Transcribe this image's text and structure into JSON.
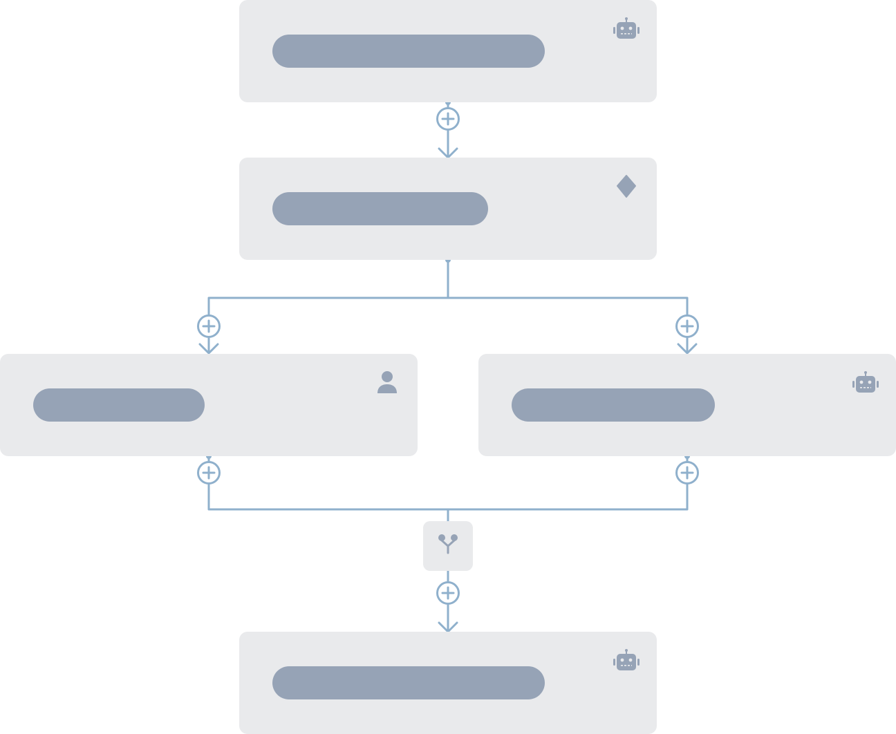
{
  "workflow": {
    "colors": {
      "node_bg": "#e9eaec",
      "label_placeholder": "#96a3b6",
      "icon": "#96a3b6",
      "connector": "#8fb0cc",
      "add_button_fill": "#ffffff"
    },
    "nodes": [
      {
        "id": "node-1",
        "kind": "automated",
        "icon": "robot-icon",
        "label": ""
      },
      {
        "id": "node-2",
        "kind": "decision",
        "icon": "diamond-icon",
        "label": ""
      },
      {
        "id": "node-3",
        "kind": "human",
        "icon": "person-icon",
        "label": ""
      },
      {
        "id": "node-4",
        "kind": "automated",
        "icon": "robot-icon",
        "label": ""
      },
      {
        "id": "node-5",
        "kind": "automated",
        "icon": "robot-icon",
        "label": ""
      }
    ],
    "merge": {
      "icon": "merge-icon"
    },
    "add_buttons": {
      "icon": "plus-icon",
      "count": 6
    }
  }
}
